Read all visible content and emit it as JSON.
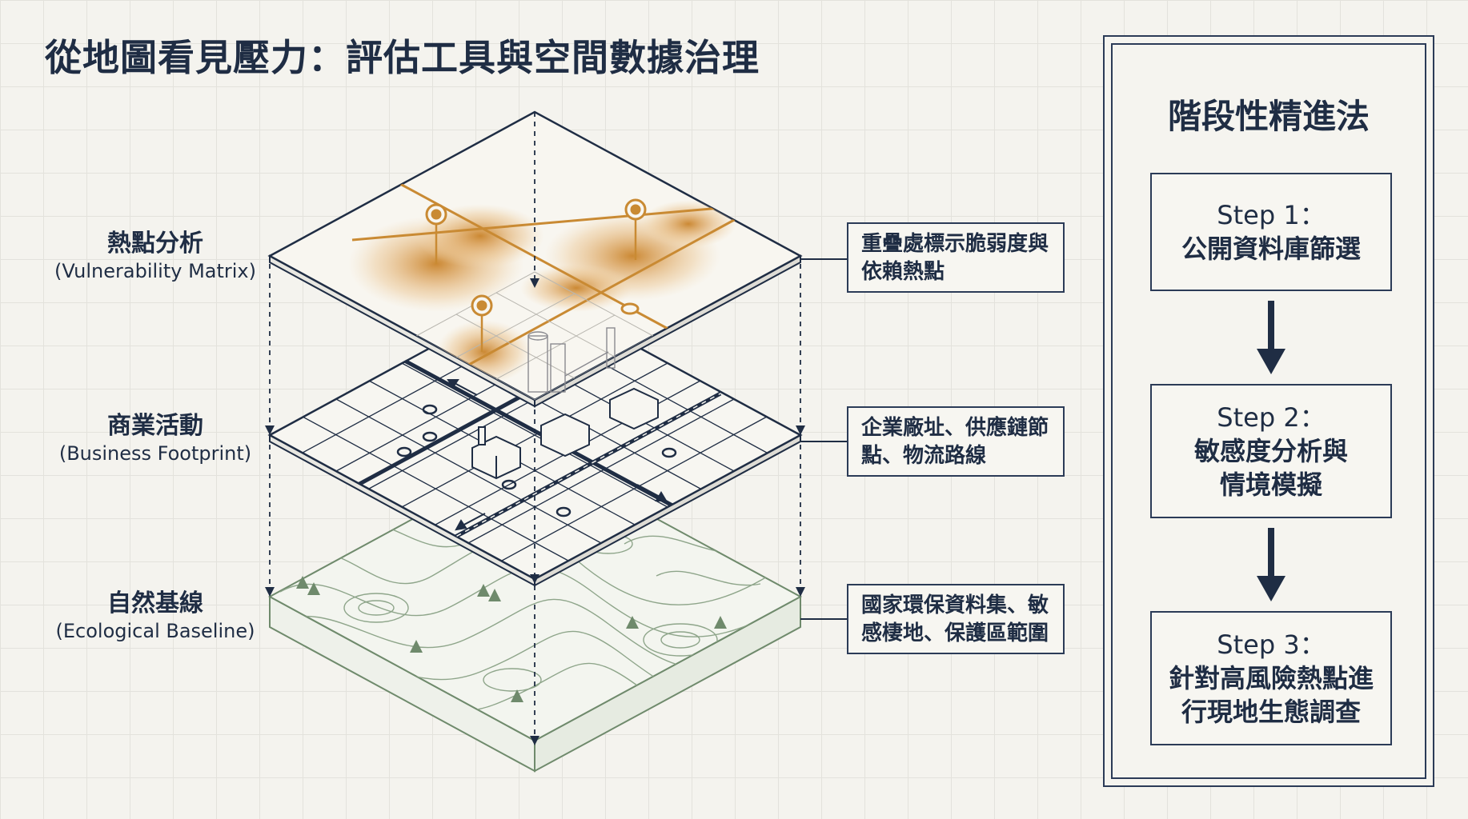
{
  "title": "從地圖看見壓力：評估工具與空間數據治理",
  "layers": [
    {
      "zh": "熱點分析",
      "en": "(Vulnerability Matrix)",
      "desc": [
        "重疊處標示脆弱度與",
        "依賴熱點"
      ]
    },
    {
      "zh": "商業活動",
      "en": "(Business Footprint)",
      "desc": [
        "企業廠址、供應鏈節",
        "點、物流路線"
      ]
    },
    {
      "zh": "自然基線",
      "en": "(Ecological Baseline)",
      "desc": [
        "國家環保資料集、敏",
        "感棲地、保護區範圍"
      ]
    }
  ],
  "panel": {
    "title": "階段性精進法",
    "steps": [
      {
        "head": "Step 1：",
        "lines": [
          "公開資料庫篩選"
        ]
      },
      {
        "head": "Step 2：",
        "lines": [
          "敏感度分析與",
          "情境模擬"
        ]
      },
      {
        "head": "Step 3：",
        "lines": [
          "針對高風險熱點進",
          "行現地生態調查"
        ]
      }
    ]
  },
  "colors": {
    "navy": "#1f2d44",
    "heat": "#d99a3c",
    "eco": "#6f8a6c",
    "background": "#f4f3ee"
  }
}
